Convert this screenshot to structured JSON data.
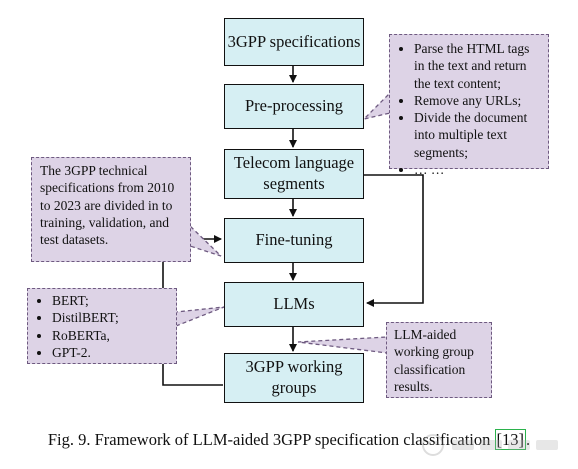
{
  "boxes": {
    "spec": "3GPP specifications",
    "preprocessing": "Pre-processing",
    "segments": "Telecom language segments",
    "finetuning": "Fine-tuning",
    "llms": "LLMs",
    "groups": "3GPP working groups"
  },
  "notes": {
    "preprocess_steps": [
      "Parse the HTML tags in the text and return the text content;",
      "Remove any URLs;",
      "Divide the document into multiple text segments;",
      "… …"
    ],
    "dataset_text": "The 3GPP technical specifications from 2010 to 2023 are divided in to training, validation, and test datasets.",
    "models": [
      "BERT;",
      "DistilBERT;",
      "RoBERTa,",
      "GPT-2."
    ],
    "result_text": "LLM-aided working group classification results."
  },
  "caption": {
    "prefix": "Fig. 9.  Framework of LLM-aided 3GPP specification classification ",
    "citation": "[13]",
    "suffix": "."
  },
  "colors": {
    "box_fill": "#d6eff3",
    "note_fill": "#ddd3e6",
    "note_border": "#6e5a80",
    "citation_border": "#2bb24c"
  }
}
